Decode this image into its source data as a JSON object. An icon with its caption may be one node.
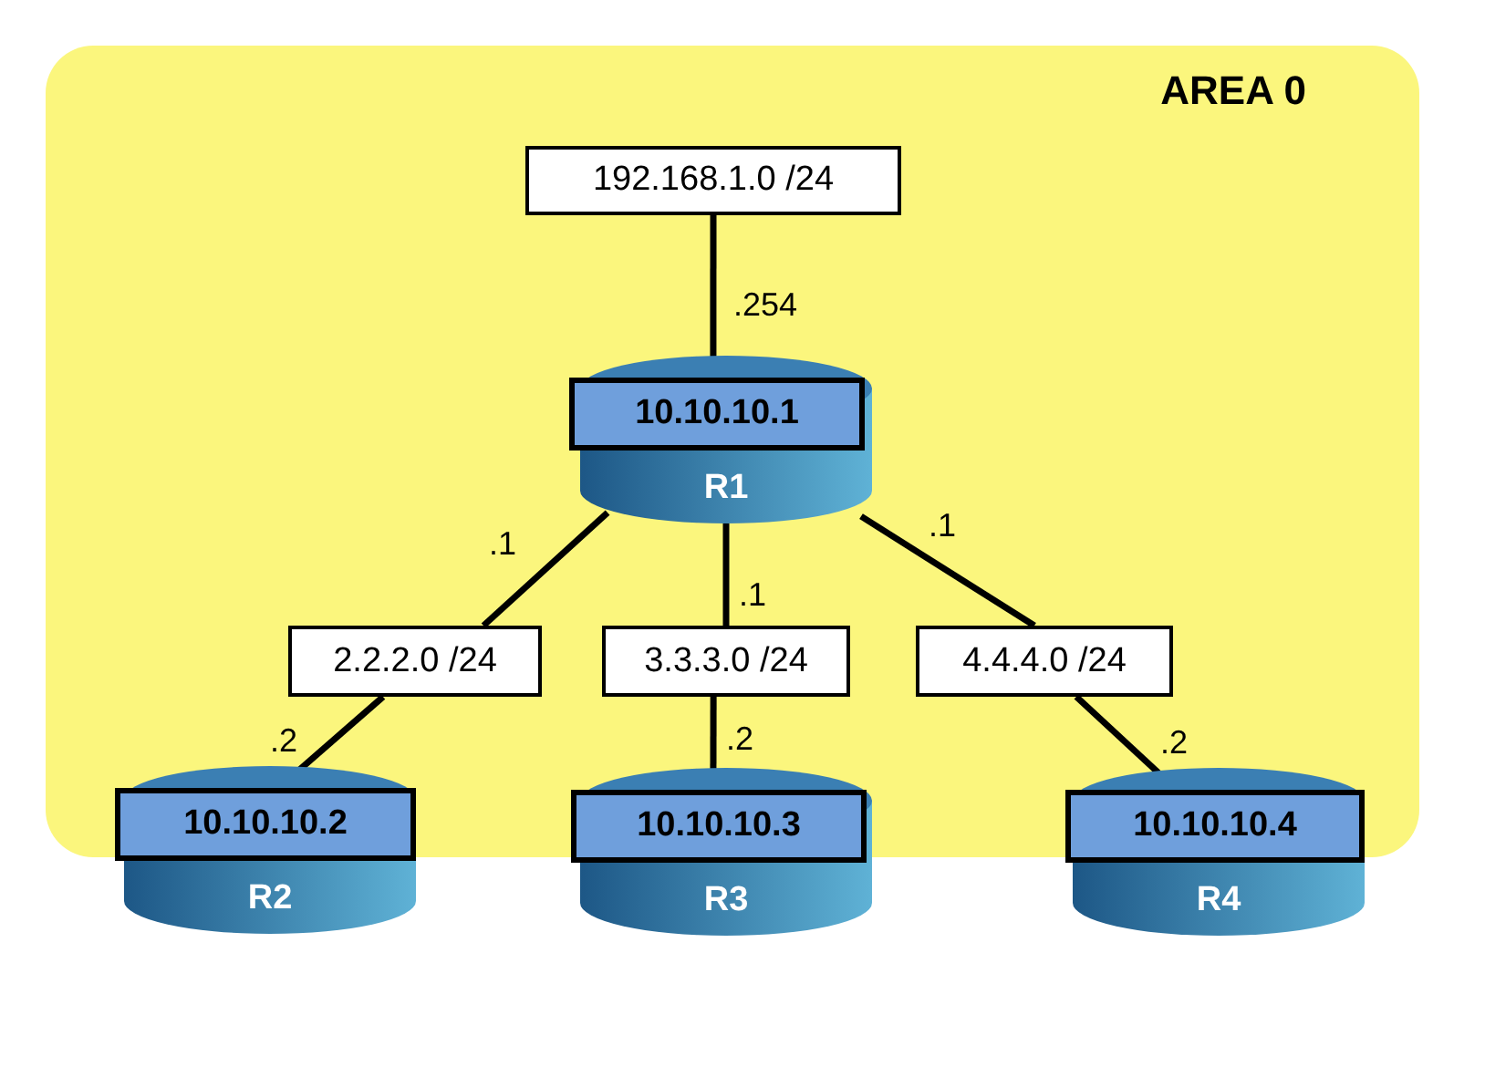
{
  "diagram": {
    "nodes": [
      {
        "text": [
          "AREA 0"
        ]
      },
      {
        "text": [
          "192.168.1.0 /24"
        ],
        "in": 0
      },
      {
        "text": [
          "10.10.10.1",
          "R1"
        ],
        "in": 0
      },
      {
        "text": [
          "2.2.2.0 /24"
        ],
        "in": 0
      },
      {
        "text": [
          "3.3.3.0 /24"
        ],
        "in": 0
      },
      {
        "text": [
          "4.4.4.0 /24"
        ],
        "in": 0
      },
      {
        "text": [
          "10.10.10.2",
          "R2"
        ]
      },
      {
        "text": [
          "10.10.10.3",
          "R3"
        ]
      },
      {
        "text": [
          "10.10.10.4",
          "R4"
        ]
      }
    ],
    "edges": [
      {
        "from": 1,
        "to": 2,
        "arrow": "none",
        "label": ".254"
      },
      {
        "from": 2,
        "to": 3,
        "arrow": "none",
        "label": ".1"
      },
      {
        "from": 2,
        "to": 4,
        "arrow": "none",
        "label": ".1"
      },
      {
        "from": 2,
        "to": 5,
        "arrow": "none",
        "label": ".1"
      },
      {
        "from": 3,
        "to": 6,
        "arrow": "none",
        "label": ".2"
      },
      {
        "from": 4,
        "to": 7,
        "arrow": "none",
        "label": ".2"
      },
      {
        "from": 5,
        "to": 8,
        "arrow": "none",
        "label": ".2"
      }
    ]
  }
}
